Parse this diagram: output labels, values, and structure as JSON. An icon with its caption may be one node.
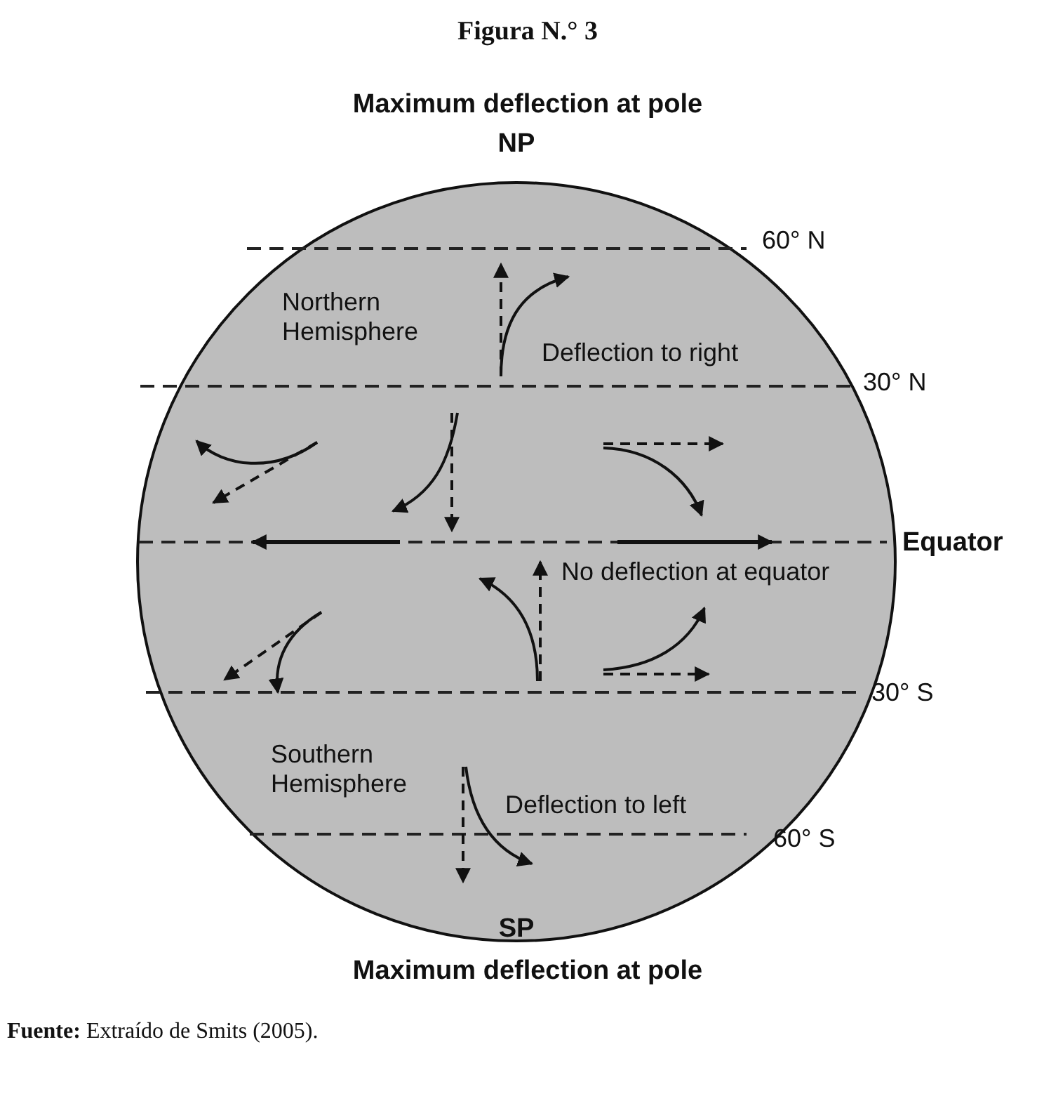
{
  "diagram": {
    "title": "Figura N.° 3",
    "caption": "**Fuente:** Extraído de Smits (2005).",
    "labels": [
      "Maximum deflection at pole",
      "NP",
      "60° N",
      "Northern Hemisphere",
      "Deflection to right",
      "30° N",
      "Equator",
      "No deflection at equator",
      "30° S",
      "Southern Hemisphere",
      "Deflection to left",
      "60° S",
      "SP",
      "Maximum deflection at pole"
    ]
  }
}
